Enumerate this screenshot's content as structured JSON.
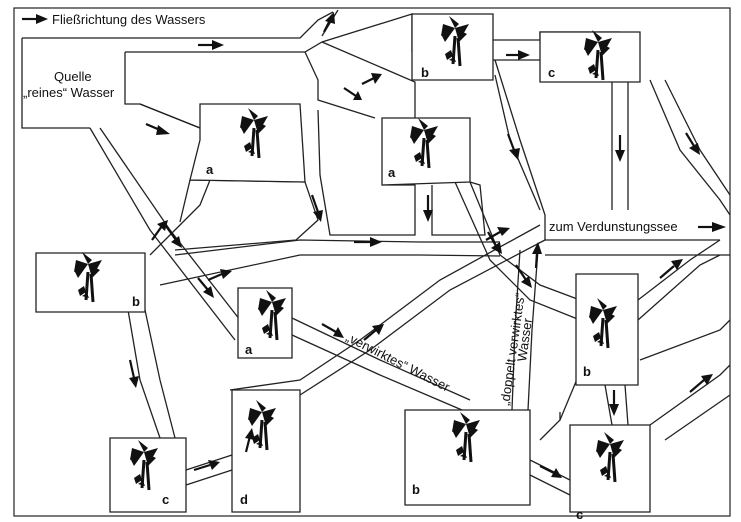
{
  "legend": {
    "label": "Fließrichtung des Wassers",
    "icon": "arrow-right-icon"
  },
  "source": {
    "line1": "Quelle",
    "line2": "„reines“ Wasser"
  },
  "sink": {
    "label": "zum Verdunstungssee"
  },
  "water_labels": {
    "tangled": "„verwirktes“ Wasser",
    "double_tangled_line1": "„doppelt verwirktes“",
    "double_tangled_line2": "Wasser"
  },
  "plots": [
    {
      "id": "plot-1",
      "letter": "b"
    },
    {
      "id": "plot-2",
      "letter": "c"
    },
    {
      "id": "plot-3",
      "letter": "a"
    },
    {
      "id": "plot-4",
      "letter": "a"
    },
    {
      "id": "plot-5",
      "letter": "b"
    },
    {
      "id": "plot-6",
      "letter": "a"
    },
    {
      "id": "plot-7",
      "letter": "b"
    },
    {
      "id": "plot-8",
      "letter": "c"
    },
    {
      "id": "plot-9",
      "letter": "d"
    },
    {
      "id": "plot-10",
      "letter": "b"
    },
    {
      "id": "plot-11",
      "letter": "c"
    }
  ],
  "colors": {
    "ink": "#111111",
    "background": "#ffffff"
  }
}
